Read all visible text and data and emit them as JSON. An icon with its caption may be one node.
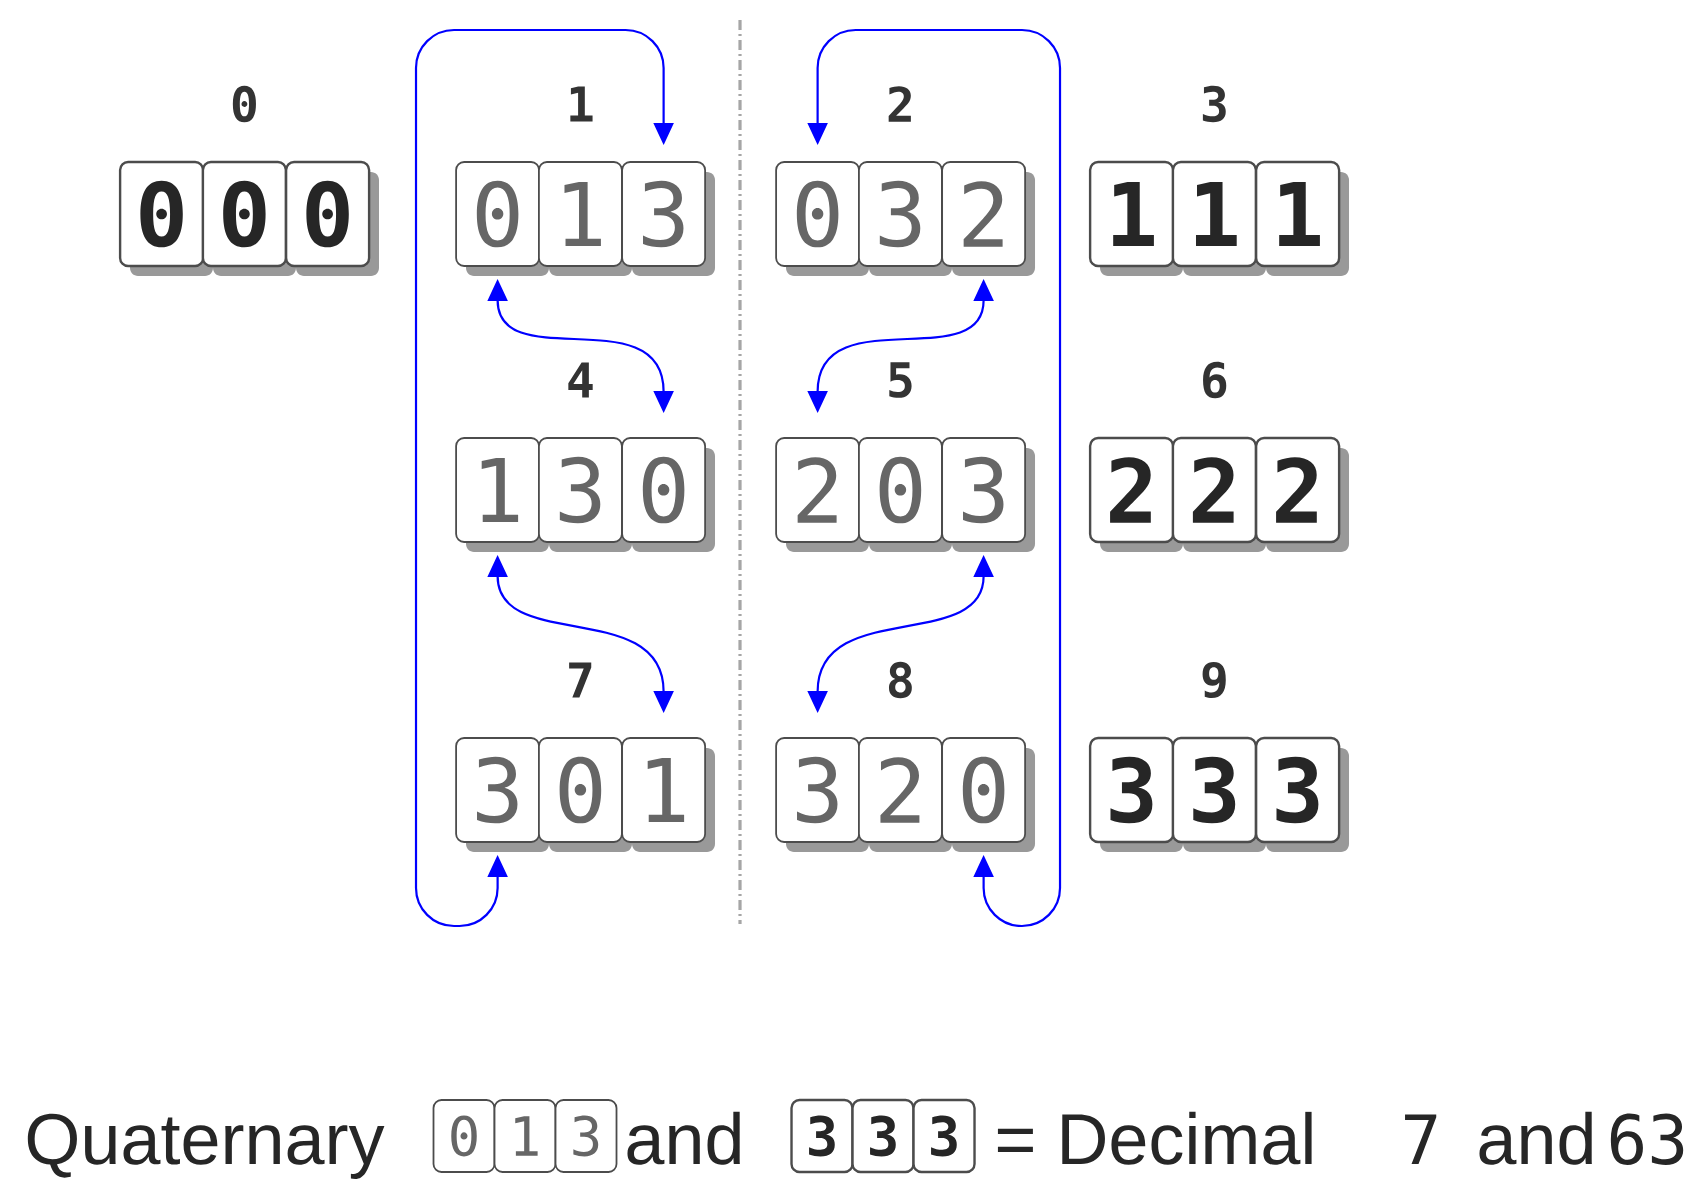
{
  "diagram": {
    "nodes": [
      {
        "text": [
          "0"
        ]
      },
      {
        "text": [
          "0"
        ],
        "beside": [
          "0"
        ]
      },
      {
        "text": [
          "0"
        ]
      },
      {
        "text": [
          "0"
        ]
      },
      {
        "text": [
          "1"
        ],
        "beside": [
          "1"
        ]
      },
      {
        "text": [
          "3"
        ]
      },
      {
        "text": [
          "0"
        ]
      },
      {
        "text": [
          "3"
        ],
        "beside": [
          "2"
        ]
      },
      {
        "text": [
          "2"
        ]
      },
      {
        "text": [
          "1"
        ]
      },
      {
        "text": [
          "1"
        ],
        "beside": [
          "3"
        ]
      },
      {
        "text": [
          "1"
        ]
      },
      {
        "text": [
          "1"
        ]
      },
      {
        "text": [
          "3"
        ],
        "beside": [
          "4"
        ]
      },
      {
        "text": [
          "0"
        ]
      },
      {
        "text": [
          "2"
        ]
      },
      {
        "text": [
          "0"
        ],
        "beside": [
          "5"
        ]
      },
      {
        "text": [
          "3"
        ]
      },
      {
        "text": [
          "2"
        ]
      },
      {
        "text": [
          "2"
        ],
        "beside": [
          "6"
        ]
      },
      {
        "text": [
          "2"
        ]
      },
      {
        "text": [
          "3"
        ]
      },
      {
        "text": [
          "0"
        ],
        "beside": [
          "7"
        ]
      },
      {
        "text": [
          "1"
        ]
      },
      {
        "text": [
          "3"
        ]
      },
      {
        "text": [
          "2"
        ],
        "beside": [
          "8"
        ]
      },
      {
        "text": [
          "0"
        ]
      },
      {
        "text": [
          "3"
        ]
      },
      {
        "text": [
          "3"
        ],
        "beside": [
          "9"
        ]
      },
      {
        "text": [
          "3"
        ]
      },
      {
        "text": [
          "0"
        ]
      },
      {
        "text": [
          "1"
        ]
      },
      {
        "text": [
          "3"
        ]
      },
      {
        "text": [
          "3"
        ]
      },
      {
        "text": [
          "3"
        ]
      },
      {
        "text": [
          "3"
        ]
      }
    ],
    "edges": [
      {
        "from": 21,
        "to": 5,
        "arrow": "both"
      },
      {
        "from": 3,
        "to": 14,
        "arrow": "both"
      },
      {
        "from": 12,
        "to": 23,
        "arrow": "both"
      },
      {
        "from": 26,
        "to": 6,
        "arrow": "both"
      },
      {
        "from": 8,
        "to": 15,
        "arrow": "both"
      },
      {
        "from": 17,
        "to": 24,
        "arrow": "both"
      }
    ],
    "labels": [
      "Quaternary",
      "and",
      "= Decimal",
      "7",
      "and",
      "63"
    ]
  }
}
